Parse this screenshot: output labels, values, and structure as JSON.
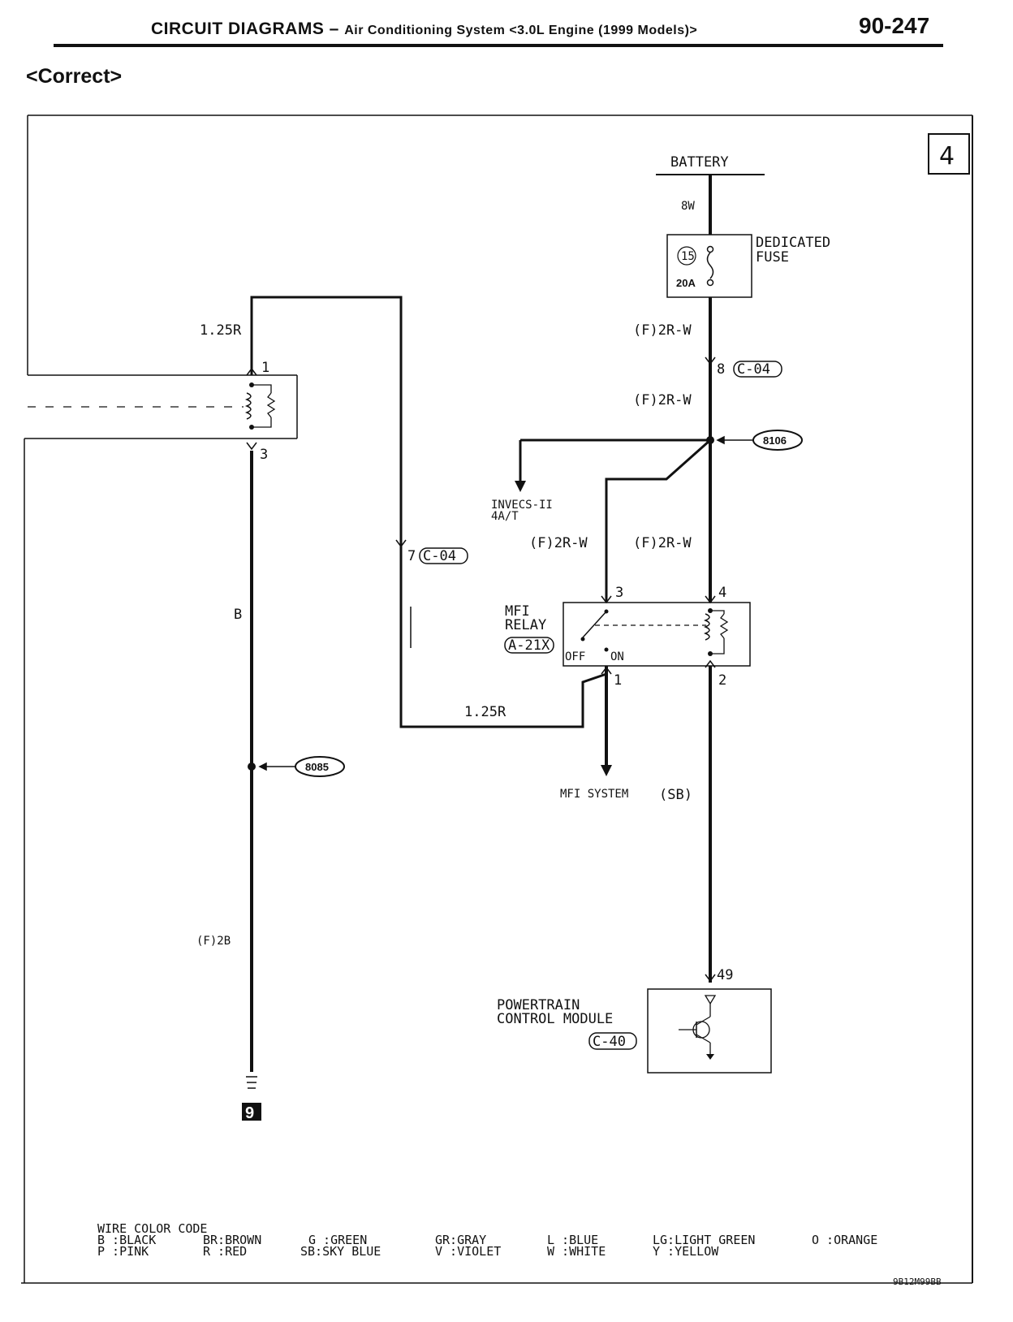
{
  "header": {
    "title": "CIRCUIT DIAGRAMS",
    "dash": "–",
    "subtitle": "Air Conditioning System <3.0L Engine (1999 Models)>",
    "page_number": "90-247"
  },
  "section_label": "<Correct>",
  "diagram": {
    "sheet_number": "4",
    "battery": "BATTERY",
    "wire_8w": "8W",
    "fuse_label_1": "DEDICATED",
    "fuse_label_2": "FUSE",
    "fuse_number": "15",
    "fuse_rating": "20A",
    "wire_f2rw": "(F)2R-W",
    "pin_8": "8",
    "connector_c04": "C-04",
    "splice_8106": "8106",
    "invecs_1": "INVECS-II",
    "invecs_2": "4A/T",
    "wire_125r": "1.25R",
    "pin_1": "1",
    "pin_3": "3",
    "wire_b": "B",
    "pin_7": "7",
    "mfi_relay_1": "MFI",
    "mfi_relay_2": "RELAY",
    "connector_a21x": "A-21X",
    "pin_4": "4",
    "pin_2": "2",
    "off": "OFF",
    "on": "ON",
    "mfi_system": "MFI SYSTEM",
    "splice_8085": "8085",
    "wire_sb": "(SB)",
    "wire_f2b": "(F)2B",
    "pin_49": "49",
    "pcm_1": "POWERTRAIN",
    "pcm_2": "CONTROL MODULE",
    "connector_c40": "C-40",
    "ground_ref": "9"
  },
  "legend": {
    "title": "WIRE COLOR CODE",
    "items": [
      "B :BLACK",
      "BR:BROWN",
      "G :GREEN",
      "GR:GRAY",
      "L :BLUE",
      "LG:LIGHT GREEN",
      "O :ORANGE",
      "P :PINK",
      "R :RED",
      "SB:SKY BLUE",
      "V :VIOLET",
      "W :WHITE",
      "Y :YELLOW"
    ]
  },
  "figure_code": "9B12M99BB"
}
